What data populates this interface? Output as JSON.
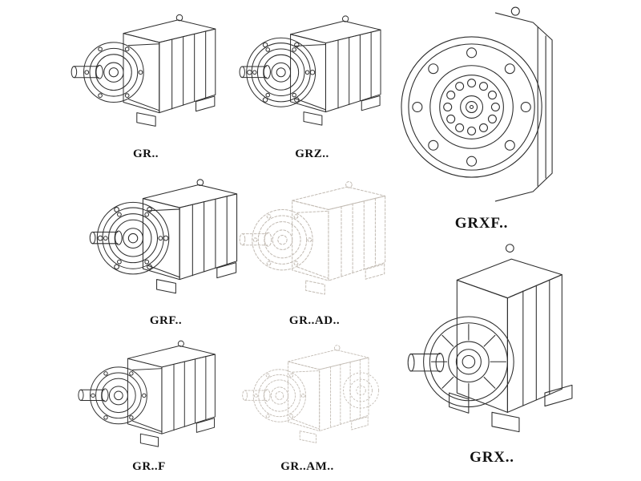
{
  "page": {
    "background": "#ffffff",
    "description_labels_only": "catalog sheet of gearbox model line drawings"
  },
  "colors": {
    "line": "#2e2e2e",
    "ghost_line": "#c3bcb4"
  },
  "items": [
    {
      "label": "GR.."
    },
    {
      "label": "GRZ.."
    },
    {
      "label": "GRXF.."
    },
    {
      "label": "GRF.."
    },
    {
      "label": "GR..AD.."
    },
    {
      "label": "GR..F"
    },
    {
      "label": "GR..AM.."
    },
    {
      "label": "GRX.."
    }
  ]
}
